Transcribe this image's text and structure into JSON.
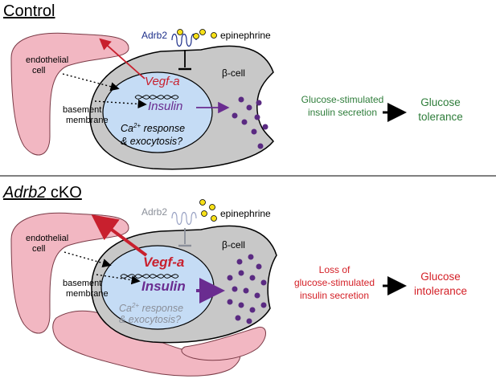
{
  "panels": {
    "control": {
      "title": "Control",
      "adrb2": "Adrb2",
      "epinephrine": "epinephrine",
      "beta_cell": "β-cell",
      "endothelial": [
        "endothelial",
        "cell"
      ],
      "basement": [
        "basement",
        "membrane"
      ],
      "vegf": "Vegf-a",
      "insulin": "Insulin",
      "ca_response_line1": "response",
      "ca_prefix": "Ca",
      "ca_superscript": "2+",
      "ca_response_line2": "& exocytosis?",
      "secretion": [
        "Glucose-stimulated",
        "insulin secretion"
      ],
      "outcome": [
        "Glucose",
        "tolerance"
      ]
    },
    "cko": {
      "title_italic": "Adrb2",
      "title_rest": " cKO",
      "adrb2": "Adrb2",
      "epinephrine": "epinephrine",
      "beta_cell": "β-cell",
      "endothelial": [
        "endothelial",
        "cell"
      ],
      "basement": [
        "basement",
        "membrane"
      ],
      "vegf": "Vegf-a",
      "insulin": "Insulin",
      "ca_prefix": "Ca",
      "ca_superscript": "2+",
      "ca_response_line1": "response",
      "ca_response_line2": "& exocytosis?",
      "secretion": [
        "Loss of",
        "glucose-stimulated",
        "insulin secretion"
      ],
      "outcome": [
        "Glucose",
        "intolerance"
      ]
    }
  },
  "colors": {
    "endothelial_fill": "#f2b7c2",
    "cell_fill": "#c8c8c8",
    "nucleus_fill": "#c5dcf5",
    "vegf_red": "#c8202e",
    "insulin_purple": "#6a2c90",
    "granule": "#5a2a82",
    "epinephrine_yellow": "#f7e018",
    "green_text": "#2e7d3a",
    "red_text": "#d42027",
    "faded_gray": "#8a8f99"
  }
}
